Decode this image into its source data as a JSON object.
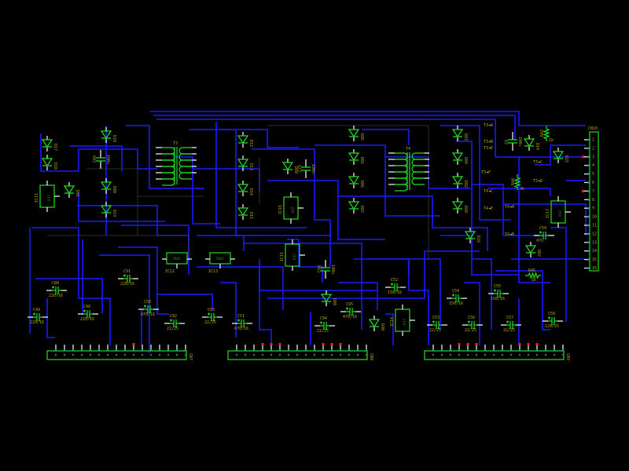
{
  "schematic": {
    "colors": {
      "wire": "#1a1aff",
      "symbol": "#22dd22",
      "label": "#b8a600",
      "pin": "#ffffff",
      "pad": "#20a0b0",
      "marker": "#ff2020",
      "background": "#000000"
    },
    "transformers": [
      {
        "ref": "T3"
      },
      {
        "ref": "T4"
      }
    ],
    "ics": [
      {
        "ref": "IC11",
        "part": "817"
      },
      {
        "ref": "IC16",
        "part": "817"
      },
      {
        "ref": "IC15",
        "part": "817"
      },
      {
        "ref": "IC12",
        "part": "7805"
      },
      {
        "ref": "IC13",
        "part": "7805"
      },
      {
        "ref": "IC14",
        "part": "817"
      },
      {
        "ref": "IC17",
        "part": "817"
      }
    ],
    "diodes": [
      "D17",
      "D18",
      "D10",
      "D80",
      "D19",
      "D12",
      "D13",
      "D14",
      "D11",
      "D88",
      "D85",
      "D81",
      "D86",
      "D87",
      "D83",
      "D84",
      "D82",
      "D89",
      "D16",
      "D14",
      "D15",
      "D87",
      "D88",
      "D90",
      "D91"
    ],
    "capacitors": [
      {
        "ref": "C84",
        "value": "100n"
      },
      {
        "ref": "C71",
        "value": "100n"
      },
      {
        "ref": "C8",
        "value": "100n"
      },
      {
        "ref": "C59",
        "value": "47n"
      },
      {
        "ref": "C80",
        "value": "220/16"
      },
      {
        "ref": "C49",
        "value": "220/16"
      },
      {
        "ref": "C48",
        "value": "220/16"
      },
      {
        "ref": "C91",
        "value": "220/16"
      },
      {
        "ref": "C50",
        "value": "470/16"
      },
      {
        "ref": "C92",
        "value": "22/25"
      },
      {
        "ref": "C93",
        "value": "22/25"
      },
      {
        "ref": "C51",
        "value": "470/16"
      },
      {
        "ref": "C90",
        "value": "100n"
      },
      {
        "ref": "C94",
        "value": "22/25"
      },
      {
        "ref": "C95",
        "value": "470/16"
      },
      {
        "ref": "C52",
        "value": "150/16"
      },
      {
        "ref": "C53",
        "value": "22/25"
      },
      {
        "ref": "C54",
        "value": "150/16"
      },
      {
        "ref": "C56",
        "value": "22/25"
      },
      {
        "ref": "C55",
        "value": "150/16"
      },
      {
        "ref": "C57",
        "value": "22/25"
      },
      {
        "ref": "C58",
        "value": "220/25"
      }
    ],
    "resistors": [
      {
        "ref": "R44",
        "value": "3k"
      },
      {
        "ref": "R45",
        "value": "1k"
      },
      {
        "ref": "R43",
        "value": "1k"
      }
    ],
    "net_labels": [
      "T3 A",
      "T3 B",
      "T3 E",
      "T3 C",
      "T3 F",
      "T3 D",
      "T4 C",
      "T4 E",
      "T4 A",
      "T4 B"
    ],
    "connectors": [
      {
        "ref": "CN10",
        "pins": [
          "1",
          "2",
          "3",
          "4",
          "5",
          "6",
          "7",
          "8",
          "9",
          "10",
          "11",
          "12",
          "13",
          "14",
          "15",
          "16"
        ]
      },
      {
        "ref": "CN7"
      },
      {
        "ref": "CN8"
      },
      {
        "ref": "CN9"
      }
    ]
  }
}
